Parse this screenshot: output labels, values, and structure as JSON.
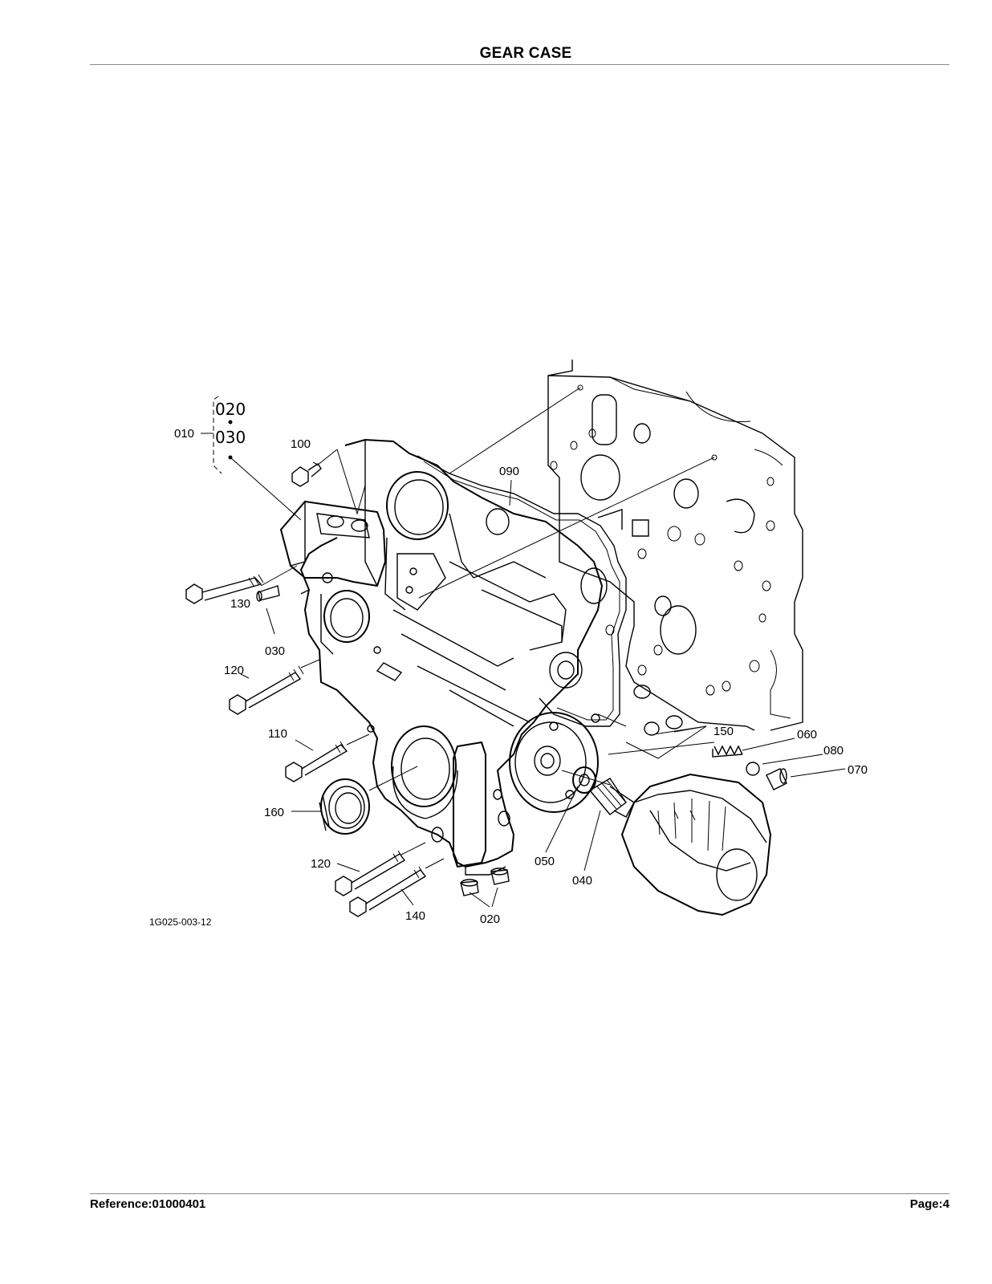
{
  "header": {
    "title": "GEAR CASE"
  },
  "footer": {
    "reference": "Reference:01000401",
    "page": "Page:4"
  },
  "diagram": {
    "drawing_code": "1G025-003-12",
    "callouts": {
      "c010": "010",
      "c020_top": "020",
      "c030_top": "030",
      "c100": "100",
      "c090": "090",
      "c130": "130",
      "c030": "030",
      "c120_upper": "120",
      "c110": "110",
      "c160": "160",
      "c120_lower": "120",
      "c140": "140",
      "c020": "020",
      "c050": "050",
      "c040": "040",
      "c150": "150",
      "c060": "060",
      "c080": "080",
      "c070": "070"
    }
  }
}
